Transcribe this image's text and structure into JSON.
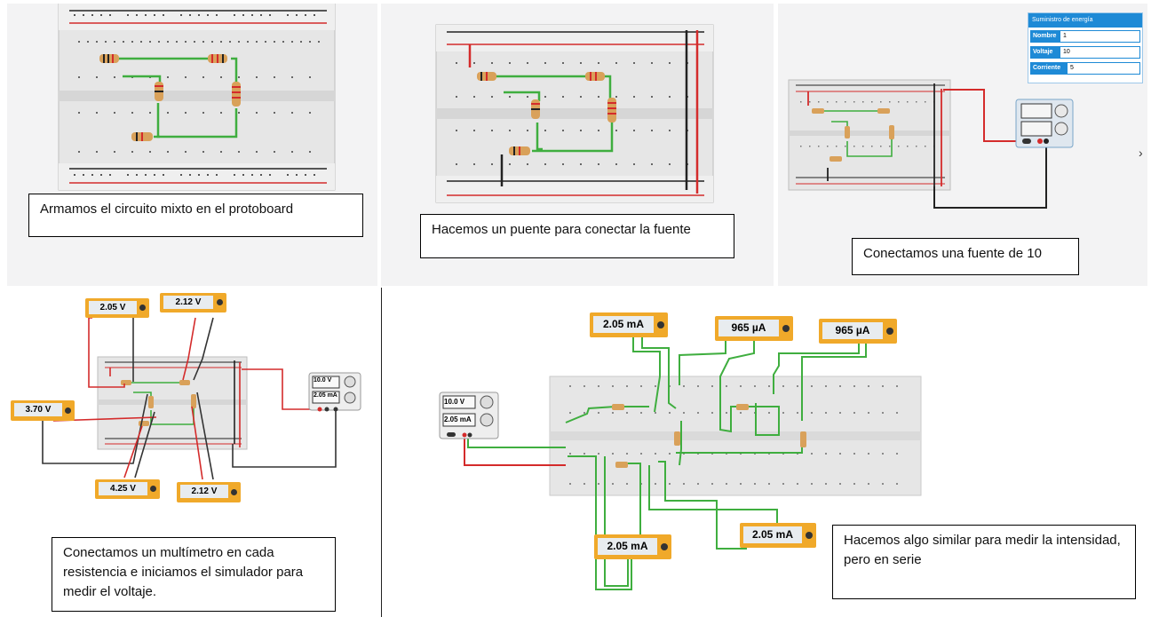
{
  "panels": [
    {
      "caption": "Armamos el circuito mixto en el protoboard"
    },
    {
      "caption": "Hacemos un puente para conectar la fuente"
    },
    {
      "caption": "Conectamos una fuente de 10"
    },
    {
      "caption": "Conectamos un multímetro en cada resistencia e iniciamos el simulador para medir el voltaje."
    },
    {
      "caption": "Hacemos algo similar para medir la intensidad, pero en serie"
    }
  ],
  "power_supply_panel": {
    "title": "Suministro de energía",
    "fields": [
      {
        "label": "Nombre",
        "value": "1"
      },
      {
        "label": "Voltaje",
        "value": "10"
      },
      {
        "label": "Corriente",
        "value": "5"
      }
    ]
  },
  "voltage_meters": [
    "2.05 V",
    "2.12 V",
    "3.70 V",
    "4.25 V",
    "2.12 V"
  ],
  "current_meters": [
    "2.05 mA",
    "965 µA",
    "965 µA",
    "2.05 mA",
    "2.05 mA"
  ],
  "supply_readouts": {
    "voltage": "10.0 V",
    "current": "2.05 mA"
  },
  "nav": {
    "next_arrow": "›"
  },
  "colors": {
    "panel_bg": "#f3f3f4",
    "breadboard": "#dcdcdc",
    "wire_green": "#3fae3f",
    "wire_red": "#d42b2b",
    "meter_orange": "#f0a92a",
    "accent_blue": "#1e8ad6"
  }
}
